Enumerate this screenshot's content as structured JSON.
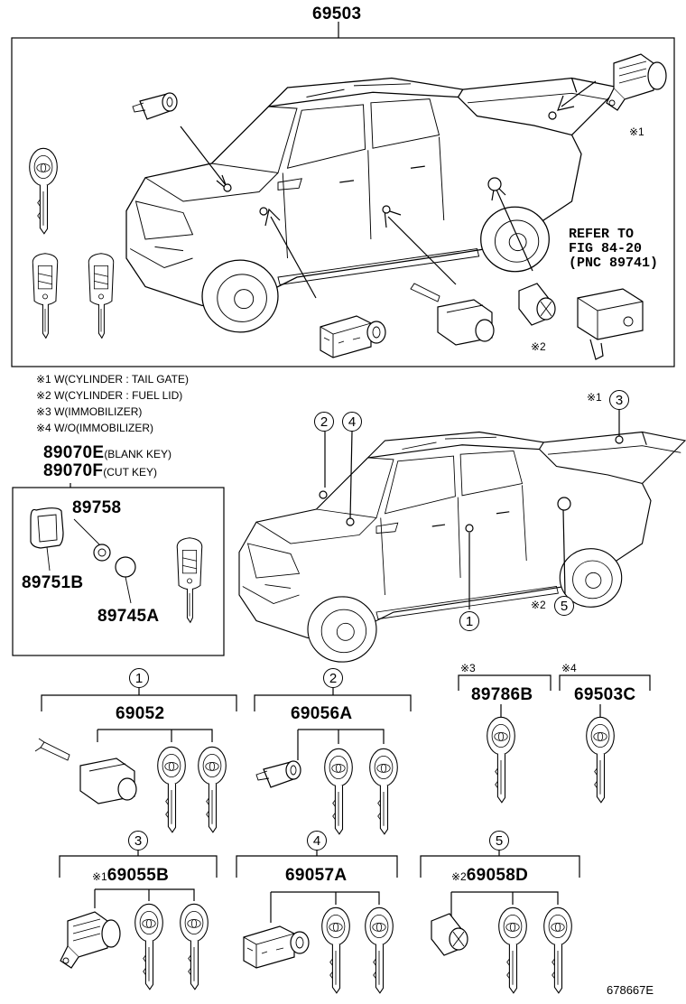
{
  "diagram": {
    "main_assembly": "69503",
    "refer_note": [
      "REFER TO",
      "FIG 84-20",
      "(PNC 89741)"
    ],
    "top_note1": "※1",
    "top_note2": "※2",
    "notes": [
      "※1 W(CYLINDER : TAIL GATE)",
      "※2 W(CYLINDER : FUEL LID)",
      "※3 W(IMMOBILIZER)",
      "※4 W/O(IMMOBILIZER)"
    ],
    "key_blank": {
      "part": "89070E",
      "desc": "(BLANK KEY)"
    },
    "key_cut": {
      "part": "89070F",
      "desc": "(CUT KEY)"
    },
    "box_parts": {
      "p1": "89758",
      "p2": "89751B",
      "p3": "89745A"
    },
    "truck_callouts": {
      "c1": "1",
      "c2": "2",
      "c3": "3",
      "c4": "4",
      "c5": "5",
      "note_c3": "※1",
      "note_c5": "※2"
    },
    "sets": [
      {
        "circle": "1",
        "part": "69052",
        "prefix": ""
      },
      {
        "circle": "2",
        "part": "69056A",
        "prefix": ""
      },
      {
        "circle": "3",
        "part": "69055B",
        "prefix": "※1"
      },
      {
        "circle": "4",
        "part": "69057A",
        "prefix": ""
      },
      {
        "circle": "5",
        "part": "69058D",
        "prefix": "※2"
      }
    ],
    "right_sets": [
      {
        "note": "※3",
        "part": "89786B"
      },
      {
        "note": "※4",
        "part": "69503C"
      }
    ],
    "figure_id": "678667E"
  }
}
